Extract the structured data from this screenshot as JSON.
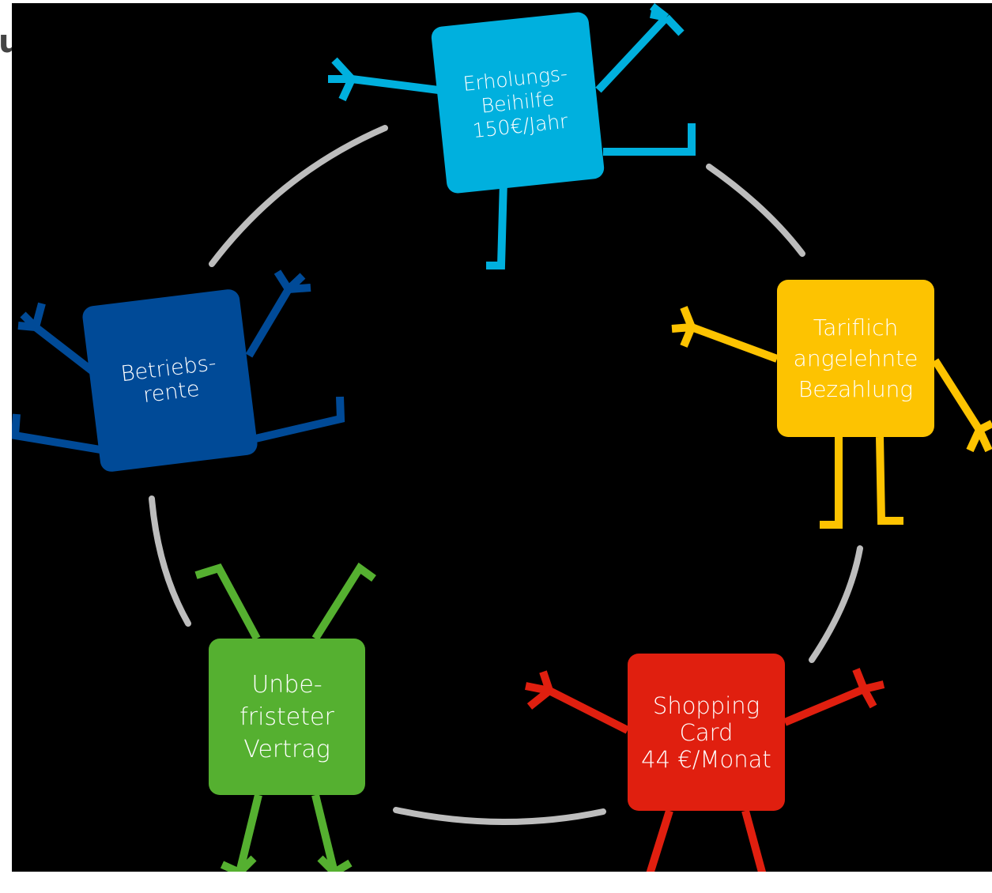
{
  "corner_fragment": "u",
  "colors": {
    "background": "#000000",
    "connector": "#bdbdbd",
    "erholung": "#00b0de",
    "tariflich": "#fdc301",
    "shopping": "#e01f0f",
    "unbefristet": "#55b030",
    "betriebsrente": "#004a97",
    "text": "#ffffff"
  },
  "cards": {
    "erholung": {
      "lines": [
        "Erholungs-",
        "Beihilfe",
        "150€/Jahr"
      ]
    },
    "tariflich": {
      "lines": [
        "Tariflich",
        "angelehnte",
        "Bezahlung"
      ]
    },
    "shopping": {
      "lines": [
        "Shopping",
        "Card",
        "44 €/Monat"
      ]
    },
    "unbefristet": {
      "lines": [
        "Unbe-",
        "fristeter",
        "Vertrag"
      ]
    },
    "betriebsrente": {
      "lines": [
        "Betriebs-",
        "rente"
      ]
    }
  }
}
